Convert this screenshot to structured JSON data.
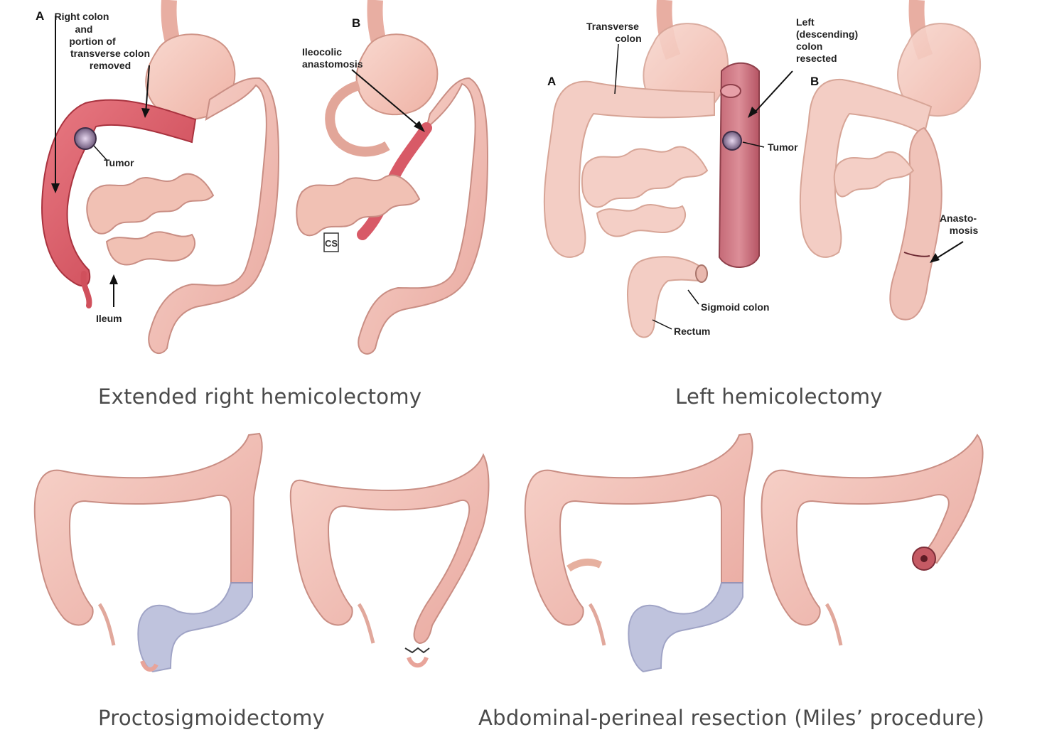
{
  "titles": {
    "extended_right": "Extended right hemicolectomy",
    "left": "Left hemicolectomy",
    "proctosigmoid": "Proctosigmoidectomy",
    "apr": "Abdominal-perineal resection (Miles’ procedure)"
  },
  "panel1": {
    "label_a": "A",
    "resected_note": [
      "Right colon",
      "and",
      "portion of",
      "transverse colon",
      "removed"
    ],
    "tumor": "Tumor",
    "ileum": "Ileum",
    "label_b": "B",
    "anastomosis_note": [
      "Ileocolic",
      "anastomosis"
    ],
    "logo": "CS"
  },
  "panel2": {
    "label_a": "A",
    "transverse": [
      "Transverse",
      "colon"
    ],
    "resected": [
      "Left",
      "(descending)",
      "colon",
      "resected"
    ],
    "tumor": "Tumor",
    "sigmoid": "Sigmoid colon",
    "rectum": "Rectum",
    "label_b": "B",
    "anastomosis": [
      "Anasto-",
      "mosis"
    ]
  },
  "colors": {
    "colon_fill": "#f2c2b8",
    "colon_stroke": "#c98e84",
    "resected_fill": "#dc5f6c",
    "resected_stroke": "#a9333f",
    "stomach_fill": "#f5c6b9",
    "removed_fill": "#b5b9d8",
    "text": "#4a4a4a"
  }
}
